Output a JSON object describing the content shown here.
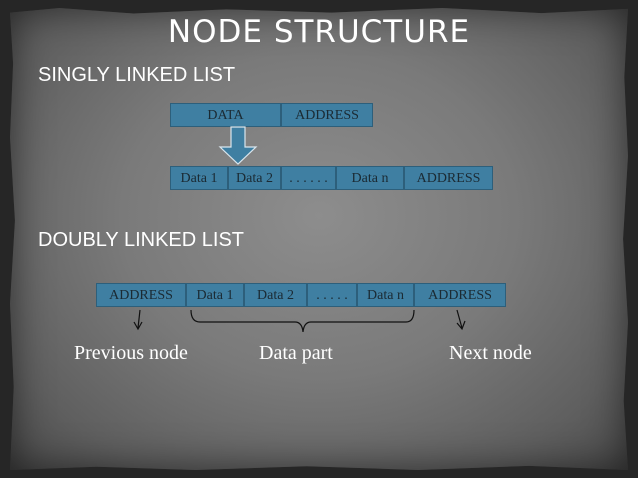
{
  "title": "NODE  STRUCTURE",
  "singly": {
    "heading": "SINGLY LINKED LIST",
    "node": [
      "DATA",
      "ADDRESS"
    ],
    "list": [
      "Data 1",
      "Data 2",
      ". . . . . .",
      "Data n",
      "ADDRESS"
    ]
  },
  "doubly": {
    "heading": "DOUBLY LINKED LIST",
    "list": [
      "ADDRESS",
      "Data 1",
      "Data 2",
      ". . . . .",
      "Data n",
      "ADDRESS"
    ],
    "labels": {
      "previous": "Previous node",
      "data": "Data part",
      "next": "Next node"
    }
  },
  "colors": {
    "box": "#3f7fa2",
    "text": "#ffffff"
  }
}
